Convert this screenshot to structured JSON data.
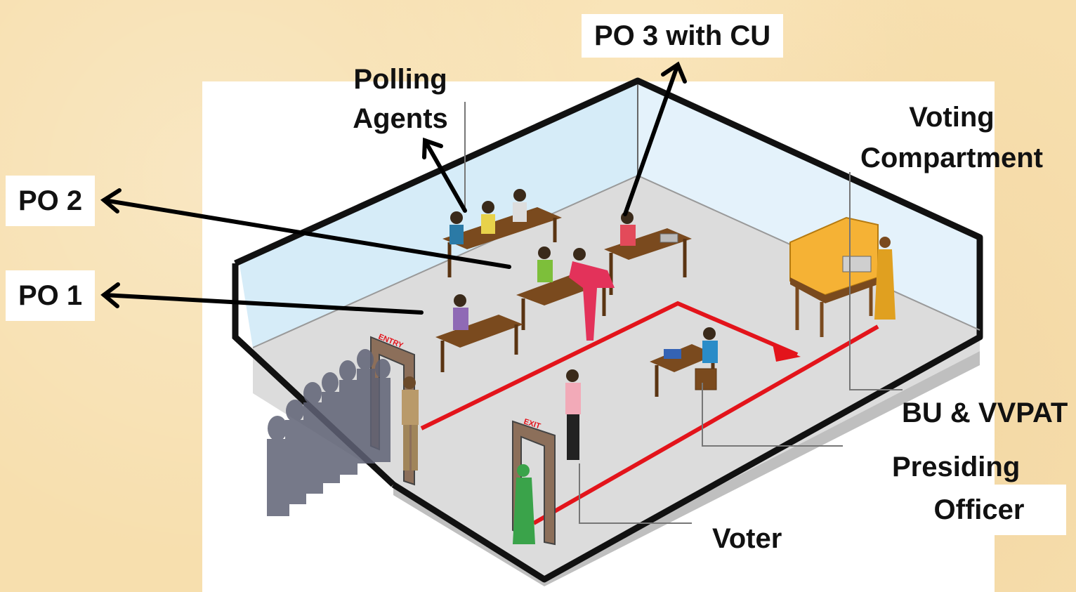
{
  "labels": {
    "po3": "PO 3 with CU",
    "polling_agents_1": "Polling",
    "polling_agents_2": "Agents",
    "voting_1": "Voting",
    "voting_2": "Compartment",
    "po2": "PO 2",
    "po1": "PO 1",
    "bu_vvpat": "BU & VVPAT",
    "presiding_1": "Presiding",
    "presiding_2": "Officer",
    "voter": "Voter"
  },
  "signs": {
    "entry": "ENTRY",
    "exit": "EXIT"
  },
  "colors": {
    "background": "#f7dfae",
    "floor": "#dcdcdc",
    "wall": "#d6ecf8",
    "path": "#e3141b",
    "table": "#7a4a1e",
    "booth": "#f5b235"
  }
}
